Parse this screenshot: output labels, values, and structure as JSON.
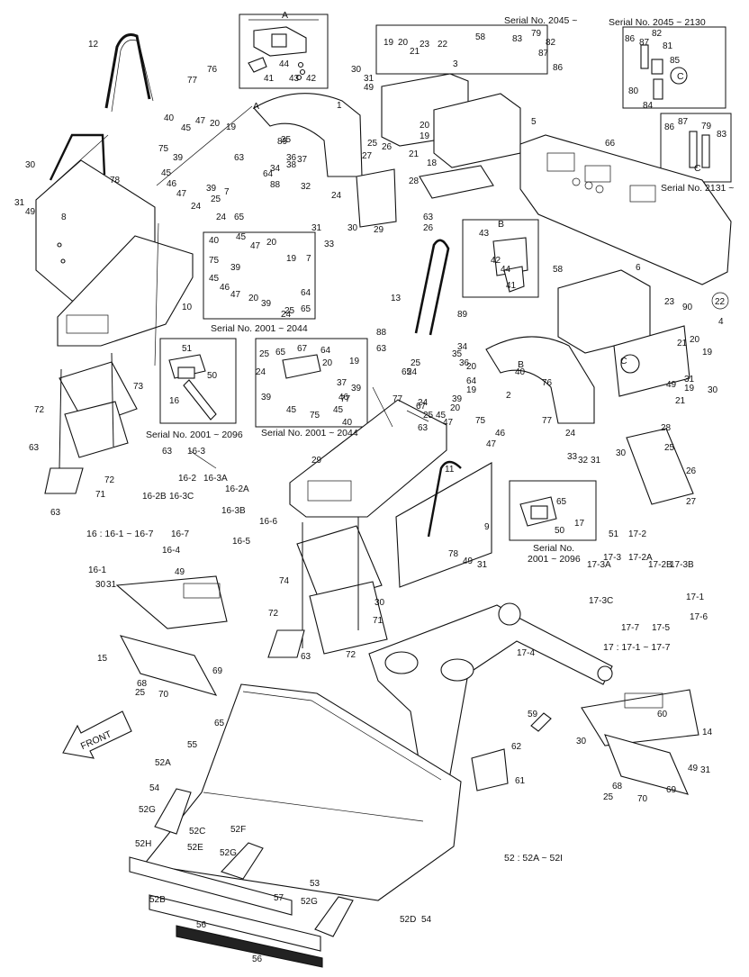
{
  "diagram": {
    "serial_captions": [
      "Serial No. 2045 ~",
      "Serial No. 2045 ~ 2130",
      "Serial No. 2131 ~",
      "Serial No. 2001 ~ 2044",
      "Serial No. 2001 ~ 2096",
      "Serial No. 2001 ~ 2044",
      "Serial No.",
      "2001 ~ 2096"
    ],
    "detail_labels": [
      "A",
      "A",
      "B",
      "B",
      "C",
      "C",
      "C"
    ],
    "group_notes": [
      "16 : 16-1 ~ 16-7",
      "17 : 17-1 ~ 17-7",
      "52 : 52A ~ 52I"
    ],
    "direction_label": "FRONT",
    "circled_ref": "22",
    "callouts": [
      "12",
      "76",
      "77",
      "40",
      "45",
      "47",
      "20",
      "19",
      "75",
      "39",
      "63",
      "64",
      "45",
      "46",
      "47",
      "39",
      "7",
      "24",
      "25",
      "65",
      "24",
      "30",
      "31",
      "49",
      "78",
      "8",
      "10",
      "73",
      "72",
      "63",
      "71",
      "63",
      "72",
      "1",
      "89",
      "35",
      "36",
      "37",
      "38",
      "34",
      "32",
      "88",
      "24",
      "33",
      "31",
      "30",
      "29",
      "44",
      "43",
      "42",
      "41",
      "19",
      "20",
      "23",
      "22",
      "21",
      "3",
      "30",
      "31",
      "49",
      "58",
      "25",
      "26",
      "27",
      "21",
      "18",
      "28",
      "20",
      "19",
      "5",
      "63",
      "26",
      "83",
      "79",
      "82",
      "87",
      "86",
      "86",
      "87",
      "82",
      "81",
      "85",
      "80",
      "84",
      "86",
      "87",
      "79",
      "83",
      "66",
      "40",
      "45",
      "47",
      "20",
      "19",
      "75",
      "39",
      "7",
      "45",
      "46",
      "47",
      "20",
      "39",
      "64",
      "24",
      "25",
      "65",
      "51",
      "50",
      "16",
      "67",
      "64",
      "65",
      "25",
      "24",
      "20",
      "19",
      "39",
      "37",
      "45",
      "46",
      "39",
      "75",
      "45",
      "40",
      "77",
      "43",
      "42",
      "44",
      "41",
      "58",
      "6",
      "23",
      "90",
      "4",
      "21",
      "20",
      "19",
      "31",
      "30",
      "49",
      "19",
      "21",
      "13",
      "88",
      "89",
      "63",
      "25",
      "24",
      "67",
      "65",
      "63",
      "25",
      "24",
      "36",
      "35",
      "34",
      "20",
      "64",
      "19",
      "77",
      "39",
      "20",
      "45",
      "47",
      "75",
      "47",
      "46",
      "40",
      "2",
      "76",
      "77",
      "24",
      "32",
      "33",
      "31",
      "30",
      "28",
      "25",
      "26",
      "27",
      "29",
      "11",
      "9",
      "78",
      "49",
      "31",
      "30",
      "74",
      "72",
      "63",
      "71",
      "72",
      "63",
      "16-3",
      "16-2",
      "16-3A",
      "16-2A",
      "16-2B",
      "16-3C",
      "16-3B",
      "16-6",
      "16-7",
      "16-4",
      "16-5",
      "16-1",
      "30",
      "31",
      "49",
      "15",
      "69",
      "68",
      "25",
      "70",
      "65",
      "50",
      "17",
      "51",
      "17-2",
      "17-3",
      "17-2A",
      "17-3A",
      "17-2B",
      "17-3B",
      "17-3C",
      "17-1",
      "17-6",
      "17-7",
      "17-5",
      "17-4",
      "59",
      "62",
      "61",
      "60",
      "14",
      "49",
      "31",
      "30",
      "69",
      "68",
      "25",
      "70",
      "65",
      "52A",
      "55",
      "54",
      "52G",
      "52C",
      "52H",
      "52E",
      "52F",
      "52G",
      "52B",
      "56",
      "56",
      "57",
      "53",
      "52G",
      "52D",
      "54",
      "55"
    ]
  }
}
